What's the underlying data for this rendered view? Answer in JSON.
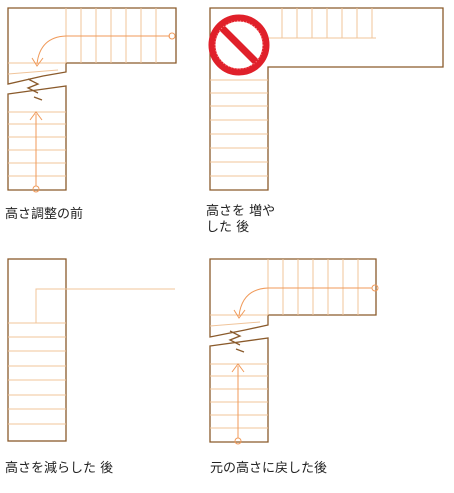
{
  "captions": {
    "panel1": "高さ調整の前",
    "panel2": "高さを 増や\nした 後",
    "panel3": "高さを減らした 後",
    "panel4": "元の高さに戻した後"
  },
  "colors": {
    "wall": "#8a5a2b",
    "tread": "#f0c49a",
    "walkline": "#f09a5a",
    "prohibited": "#e0202a",
    "text": "#222222"
  },
  "icons": {
    "prohibited": "prohibited-icon",
    "break": "break-line-icon",
    "direction": "arrow-up-icon"
  }
}
